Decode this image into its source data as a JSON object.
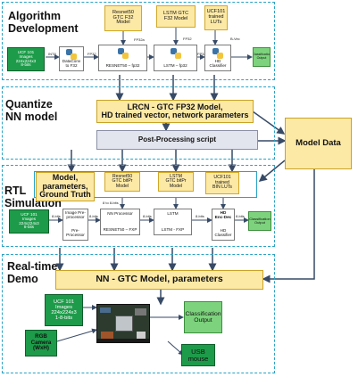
{
  "sections": {
    "algorithm": "Algorithm\nDevelopment",
    "quantize": "Quantize\nNN model",
    "rtl": "RTL\nSimulation",
    "realtime": "Real-time\nDemo"
  },
  "algo": {
    "dataset": "UCF 101\nImages\n224x224x3\n8-bits",
    "int8": "INT8",
    "dataconv": "DataConv\nto F32",
    "fp32": "FP32",
    "resnet_model": "Resnet50\nGTC F32\nModel",
    "lstm_model": "LSTM GTC\nF32 Model",
    "ucf_luts": "UCF101\ntrained\nLUTs",
    "fp32_a": "FP32a",
    "fp32_b": "FP32",
    "bvec": "B-Vec",
    "resnet_fp32": "RESNET50 – fp32",
    "lstm_fp32": "LSTM – fp32",
    "hd_classifier": "HD\nClassifier",
    "classification": "Classification\nOutput"
  },
  "quant": {
    "lrcn": "LRCN - GTC FP32 Model,\nHD trained vector, network parameters",
    "postproc": "Post-Processing script"
  },
  "model_data": "Model Data",
  "rtl": {
    "model_params": "Model,\nparameters,\nGround Truth",
    "resnet_bitpr": "Resnet50\nGTC bitPr\nModel",
    "lstm_bitpr": "LSTM\nGTC bitPr\nModel",
    "bin_luts": "UCF101\ntrained\nBIN LUTs",
    "dataset": "UCF 101\nImages\n224x224x3\n8-bits",
    "bits_a": "8-bits",
    "img_pre": "Image Pre-\nprocessor",
    "pre_proc": "Pre-\nProcessor",
    "bits_b": "8-bits",
    "nn_proc": "NN Processor",
    "resnet_fxp": "RESNET50 – FXP",
    "bits_c": "8-bits",
    "lstm": "LSTM",
    "lstm_fxp": "LSTM - FXP",
    "bits_d": "8-bits",
    "hd_encdec": "HD\nEnc-Dec",
    "hd_classifier": "HD\nClassifier",
    "bits_e": "8-bits",
    "classification": "Classification\nOutput",
    "fxp_label": "8 to 8-bits"
  },
  "demo": {
    "nn_model": "NN - GTC Model, parameters",
    "images": "UCF 101\nImages\n224x224x3\n1-8-bits",
    "camera": "RGB\nCamera\n(WxH)",
    "classification": "Classification\nOutput",
    "usb": "USB\nmouse"
  },
  "colors": {
    "section_border": "#29a3c4",
    "yellow": "#fde9a6",
    "green": "#1e9b4a",
    "light_green": "#7dd37d",
    "grey": "#e3e5ee",
    "arrow": "#374a66"
  },
  "icons": [
    "python-logo",
    "python-logo",
    "python-logo",
    "python-logo",
    "fpga-board"
  ]
}
